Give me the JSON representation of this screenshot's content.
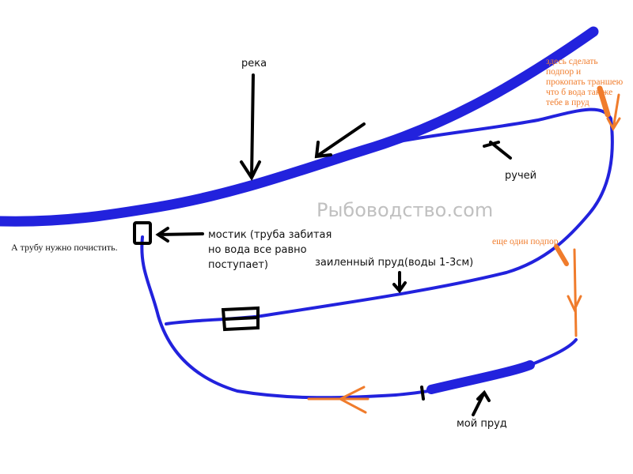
{
  "labels": {
    "river": "река",
    "stream": "ручей",
    "dam_note": [
      "здесь сделать",
      "подпор и",
      "прокопать траншею",
      "что б вода так же",
      "тебе в пруд"
    ],
    "bridge": [
      "мостик (труба забитая",
      "но вода все равно",
      "поступает)"
    ],
    "pipe_note": "А трубу нужно почистить.",
    "silted_pond": "заиленный пруд(воды 1-3см)",
    "second_dam": "еще один подпор",
    "my_pond": "мой пруд"
  },
  "watermark": "Рыбоводство.com",
  "colors": {
    "water": "#2222dd",
    "arrows": "#000000",
    "notes": "#f07c2c"
  }
}
